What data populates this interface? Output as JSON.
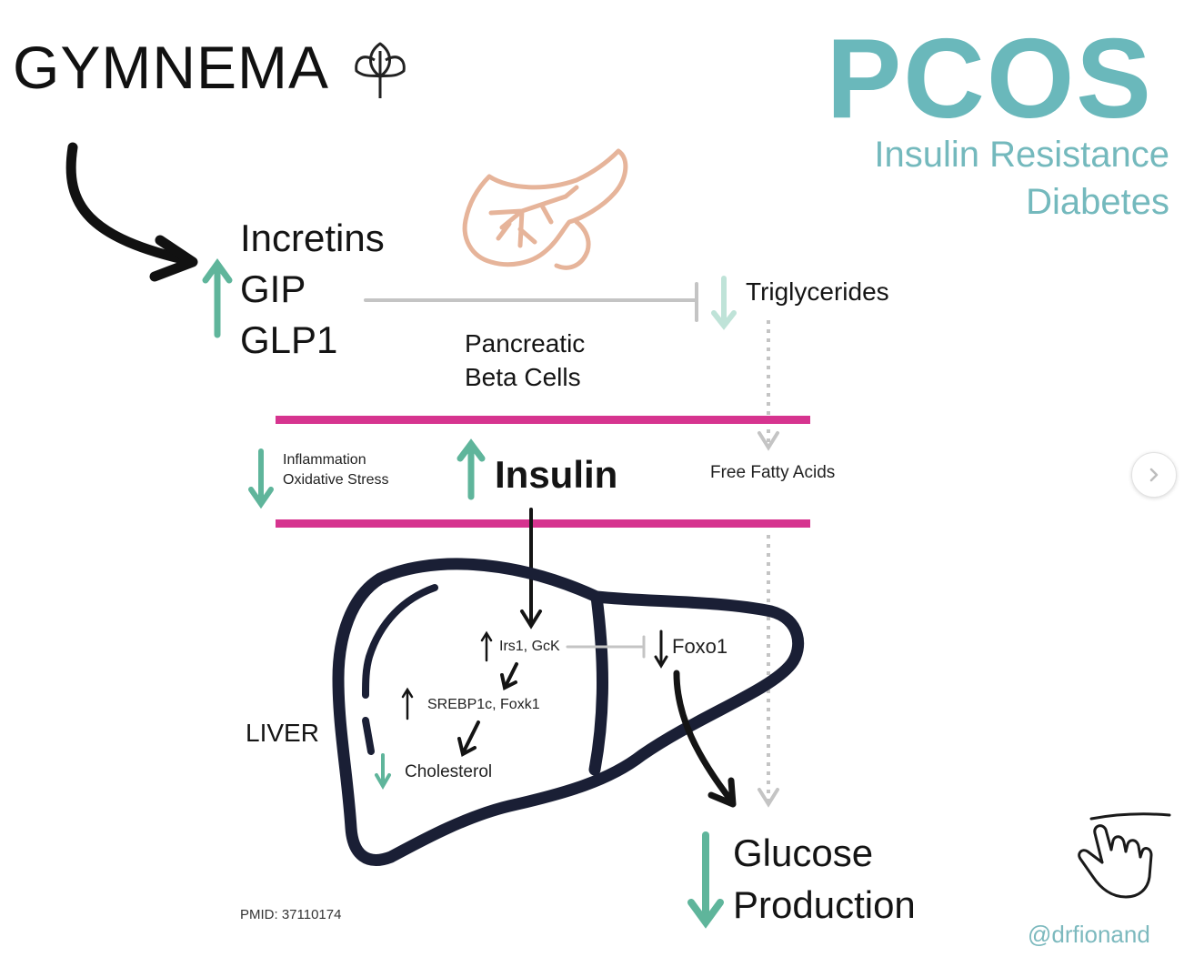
{
  "title": "GYMNEMA",
  "condition": {
    "name": "PCOS",
    "line1": "Insulin Resistance",
    "line2": "Diabetes"
  },
  "incretins": [
    "Incretins",
    "GIP",
    "GLP1"
  ],
  "pancreas_label": [
    "Pancreatic",
    "Beta Cells"
  ],
  "triglycerides": "Triglycerides",
  "inflammation": [
    "Inflammation",
    "Oxidative Stress"
  ],
  "insulin": "Insulin",
  "free_fatty_acids": "Free Fatty Acids",
  "liver": {
    "label": "LIVER",
    "irs1": "Irs1, GcK",
    "srebp": "SREBP1c, Foxk1",
    "cholesterol": "Cholesterol",
    "foxo1": "Foxo1"
  },
  "glucose": [
    "Glucose",
    "Production"
  ],
  "pmid": "PMID: 37110174",
  "handle": "@drfionand",
  "icons": {
    "leaf": "leaf-icon",
    "pancreas": "pancreas-icon",
    "liver": "liver-outline-icon",
    "hand": "pointing-hand-icon",
    "next": "chevron-right-icon"
  },
  "colors": {
    "teal": "#5fb59b",
    "brand": "#6ab8bb",
    "magenta": "#d6348f",
    "pancreas": "#e6b49a",
    "gray": "#c4c4c4"
  }
}
